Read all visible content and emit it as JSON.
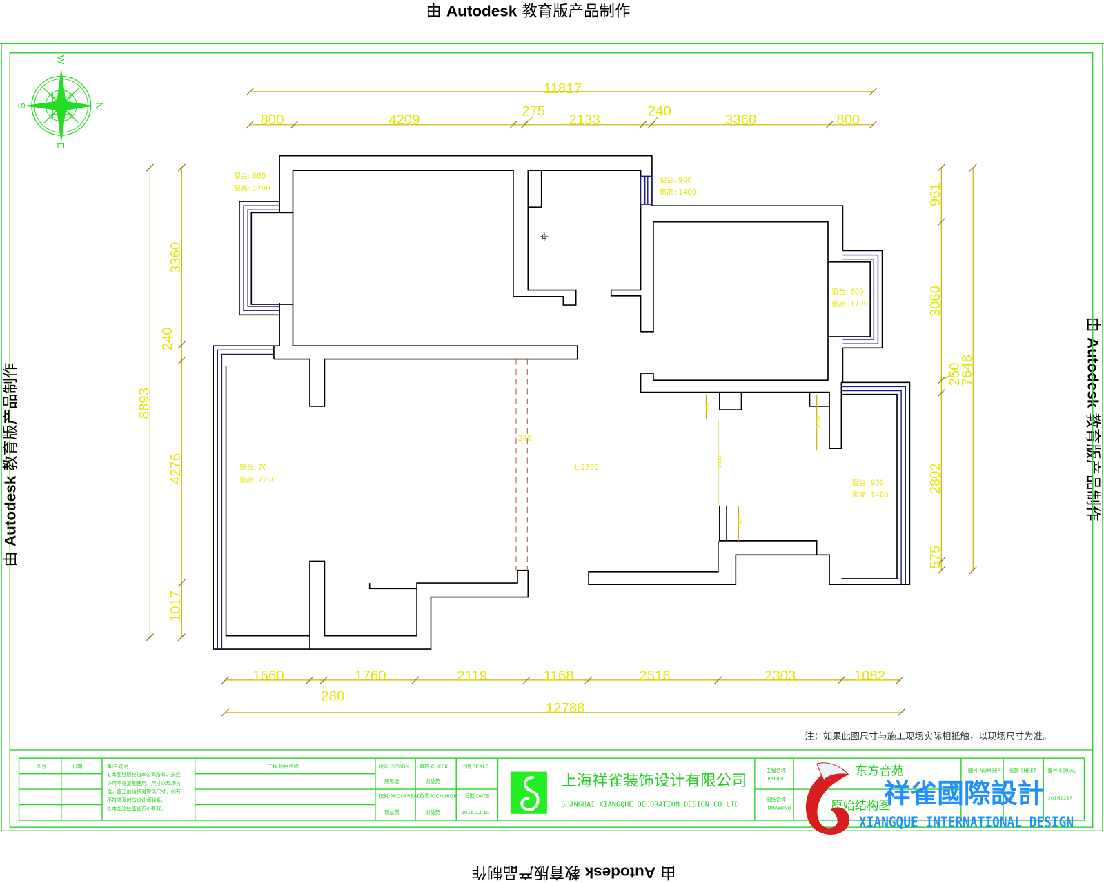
{
  "watermark": {
    "prefix": "由",
    "brand": "Autodesk",
    "suffix": "教育版产品制作"
  },
  "compass": {
    "north": "N",
    "south": "S",
    "east": "E",
    "west": "W"
  },
  "dimensions": {
    "top_total": "11817",
    "top_segments": [
      "800",
      "4209",
      "275",
      "2133",
      "240",
      "3360",
      "800"
    ],
    "bottom_segments": [
      "1560",
      "1760",
      "2119",
      "1168",
      "2516",
      "2303",
      "1082"
    ],
    "bottom_extra": "280",
    "bottom_total": "12788",
    "left_total": "8893",
    "left_segments": [
      "3360",
      "240",
      "4276",
      "1017"
    ],
    "right_total": "7648",
    "right_segments": [
      "961",
      "3060",
      "250",
      "2802",
      "575"
    ],
    "inner_small": [
      "400",
      "1000",
      "400",
      "1000"
    ]
  },
  "annotations": {
    "bedroom_window": [
      "窗台: 600",
      "窗高: 1700"
    ],
    "kitchen_window": [
      "窗台: 900",
      "窗高: 1400"
    ],
    "east_bay_window": [
      "窗台: 600",
      "窗高: 1700"
    ],
    "living_window": [
      "窗台: 70",
      "窗高: 2250"
    ],
    "balcony_window": [
      "窗台: 900",
      "窗高: 1400"
    ],
    "beam_width": "240",
    "beam_height": "L:2700"
  },
  "note": "注：如果此图尺寸与施工现场实际相抵触，以现场尺寸为准。",
  "title_block": {
    "headers": [
      "图号",
      "日期",
      "备注 说明",
      "工程 项目名称",
      "设计 DESIGN",
      "审核 CHECK",
      "比例 SCALE"
    ],
    "remark_text": [
      "1.本图纸版权归本公司所有，未经",
      "许可不得复制使用。尺寸以现场为",
      "准，施工前请核对现场尺寸，如有",
      "不符请及时与设计师联系。",
      "2.本图须经盖章方可有效。"
    ],
    "designer": "顾思远",
    "checker": "谢益英",
    "row2_labels": [
      "校对 PROOFREAD",
      "负责人 CHARGE",
      "日期 DATE"
    ],
    "proofreader": "谢益英",
    "charge": "谢益英",
    "date": "2016.12.10",
    "company_cn": "上海祥雀装饰设计有限公司",
    "company_en": "SHANGHAI XIANGQUE DECORATION DESIGN CO.LTD",
    "project_label": [
      "工程名称",
      "PROJECT"
    ],
    "drawing_label": [
      "图纸名称",
      "DRAWING"
    ],
    "project_name": "东方音苑",
    "drawing_name": "原始结构图",
    "right_headers": [
      "图号 NUMBER",
      "张数 SHEET",
      "编号 SERIAL"
    ],
    "serial": "2016121?"
  },
  "brand_watermark": {
    "cn": "祥雀國際設計",
    "en": "XIANGQUE INTERNATIONAL DESIGN"
  },
  "colors": {
    "frame": "#2fd02f",
    "dimension": "#e6e600",
    "window": "#1a1a8c",
    "brand_red": "#d81e1e",
    "brand_blue": "#1e90ff"
  }
}
